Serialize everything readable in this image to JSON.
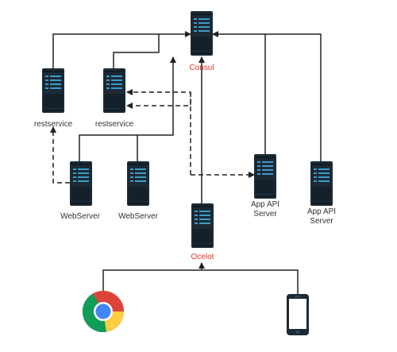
{
  "nodes": {
    "consul": {
      "label": "Consul"
    },
    "restservice1": {
      "label": "restservice"
    },
    "restservice2": {
      "label": "restservice"
    },
    "webserver1": {
      "label": "WebServer"
    },
    "webserver2": {
      "label": "WebServer"
    },
    "appapi1": {
      "label_line1": "App API",
      "label_line2": "Server"
    },
    "appapi2": {
      "label_line1": "App API",
      "label_line2": "Server"
    },
    "ocelot": {
      "label": "Ocelot"
    },
    "browser": {
      "icon": "chrome-browser-icon"
    },
    "phone": {
      "icon": "smartphone-icon"
    }
  },
  "colors": {
    "server_body": "#1b2a35",
    "server_stripe": "#3d9bc9",
    "line": "#222222",
    "accent_label": "#e8322c"
  }
}
